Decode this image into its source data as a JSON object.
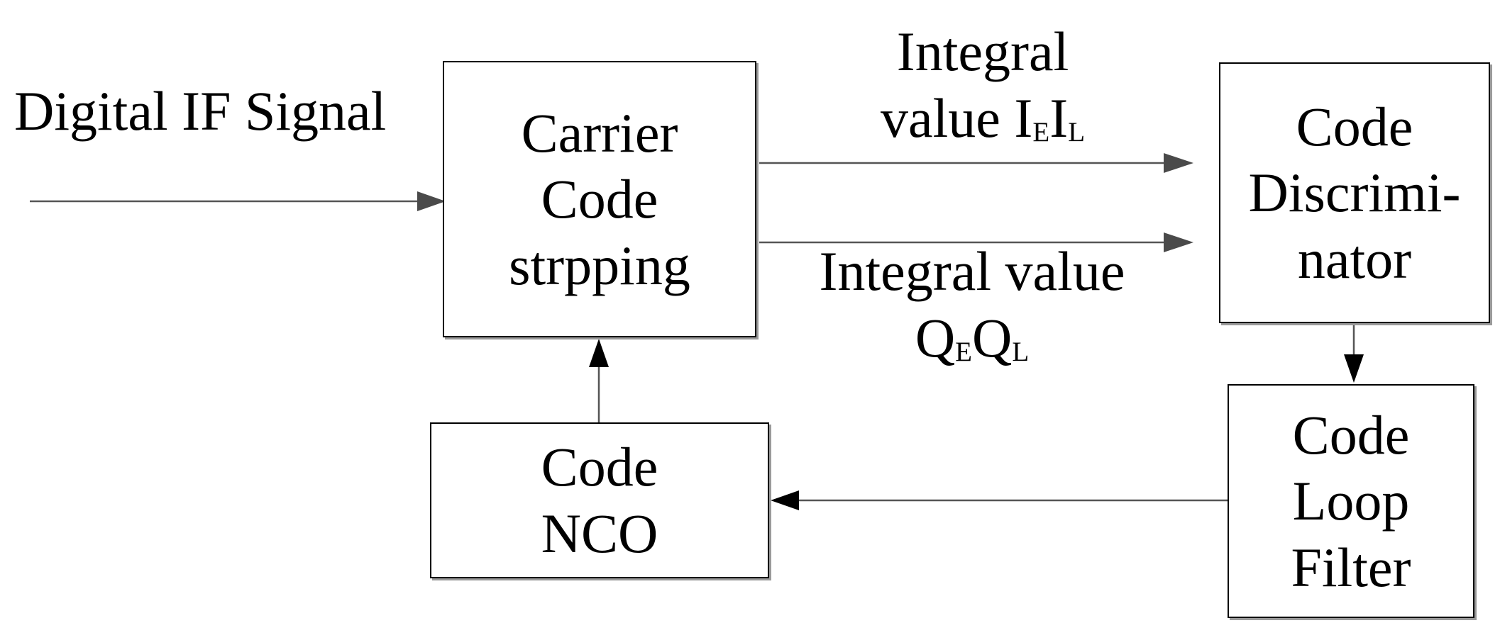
{
  "input_label": "Digital IF Signal",
  "blocks": {
    "carrier_code_stripping": [
      "Carrier",
      "Code",
      "strpping"
    ],
    "code_discriminator": [
      "Code",
      "Discrimi-",
      "nator"
    ],
    "code_loop_filter": [
      "Code",
      "Loop",
      "Filter"
    ],
    "code_nco": [
      "Code",
      "NCO"
    ]
  },
  "signals": {
    "in_phase": {
      "line1": "Integral",
      "line2_text": "value ",
      "symbols": [
        {
          "base": "I",
          "sub": "E"
        },
        {
          "base": "I",
          "sub": "L"
        }
      ]
    },
    "quadrature": {
      "line1": "Integral value",
      "symbols": [
        {
          "base": "Q",
          "sub": "E"
        },
        {
          "base": "Q",
          "sub": "L"
        }
      ]
    }
  },
  "colors": {
    "line": "#555555",
    "arrowhead": "#000000",
    "arrowhead_gray": "#4a4a4a",
    "block_border": "#000000",
    "block_shadow": "#9a9a9a"
  }
}
